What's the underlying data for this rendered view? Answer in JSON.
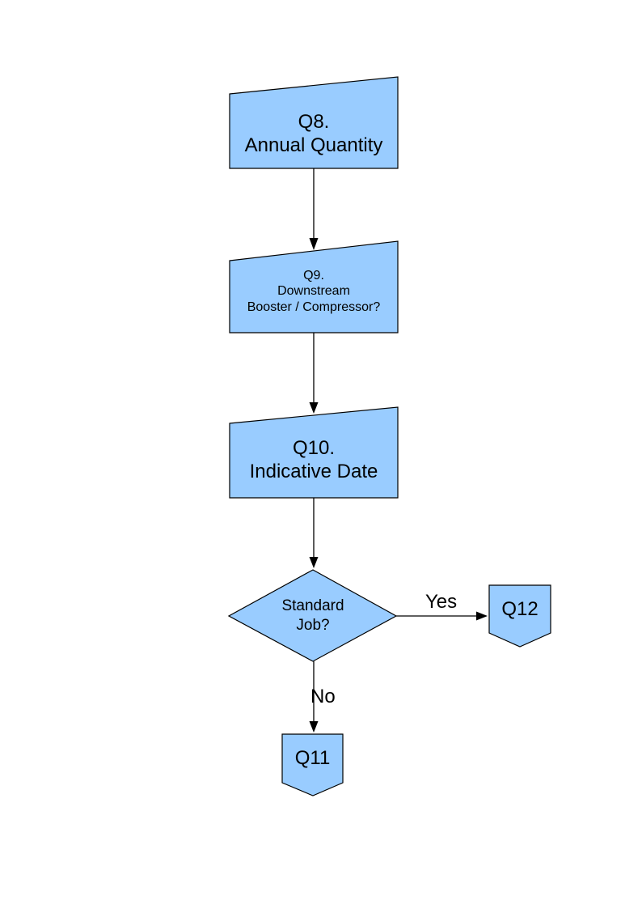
{
  "diagram": {
    "type": "flowchart",
    "colors": {
      "node_fill": "#99CCFF",
      "node_stroke": "#000000",
      "connector": "#000000",
      "text": "#000000",
      "page_background": "#FFFFFF"
    },
    "nodes": {
      "q8": {
        "shape": "manual-input",
        "lines": [
          "Q8.",
          "Annual Quantity"
        ]
      },
      "q9": {
        "shape": "manual-input",
        "lines": [
          "Q9.",
          "Downstream",
          "Booster / Compressor?"
        ]
      },
      "q10": {
        "shape": "manual-input",
        "lines": [
          "Q10.",
          "Indicative Date"
        ]
      },
      "standard_job": {
        "shape": "decision",
        "lines": [
          "Standard",
          "Job?"
        ]
      },
      "q12": {
        "shape": "off-page-connector",
        "lines": [
          "Q12"
        ]
      },
      "q11": {
        "shape": "off-page-connector",
        "lines": [
          "Q11"
        ]
      }
    },
    "edges": [
      {
        "from": "q8",
        "to": "q9",
        "label": ""
      },
      {
        "from": "q9",
        "to": "q10",
        "label": ""
      },
      {
        "from": "q10",
        "to": "standard_job",
        "label": ""
      },
      {
        "from": "standard_job",
        "to": "q12",
        "label": "Yes"
      },
      {
        "from": "standard_job",
        "to": "q11",
        "label": "No"
      }
    ]
  }
}
